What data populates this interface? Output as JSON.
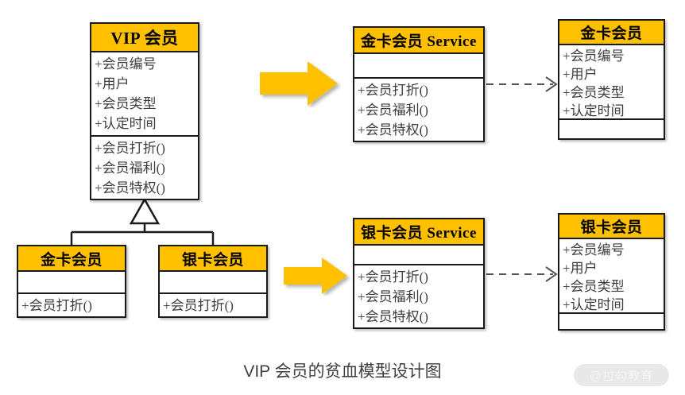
{
  "diagram": {
    "caption": "VIP 会员的贫血模型设计图",
    "watermark": "@拉勾教育",
    "accent_color": "#FFC000",
    "line_color": "#1a1a1a",
    "text_color": "#3d3d3d",
    "arrow_color": "#FFC000"
  },
  "classes": {
    "vip": {
      "title": "VIP 会员",
      "attributes": [
        "+会员编号",
        "+用户",
        "+会员类型",
        "+认定时间"
      ],
      "methods": [
        "+会员打折()",
        "+会员福利()",
        "+会员特权()"
      ]
    },
    "gold_sub": {
      "title": "金卡会员",
      "attributes": [],
      "methods": [
        "+会员打折()"
      ]
    },
    "silver_sub": {
      "title": "银卡会员",
      "attributes": [],
      "methods": [
        "+会员打折()"
      ]
    },
    "gold_service": {
      "title": "金卡会员 Service",
      "attributes": [],
      "methods": [
        "+会员打折()",
        "+会员福利()",
        "+会员特权()"
      ]
    },
    "silver_service": {
      "title": "银卡会员 Service",
      "attributes": [],
      "methods": [
        "+会员打折()",
        "+会员福利()",
        "+会员特权()"
      ]
    },
    "gold_entity": {
      "title": "金卡会员",
      "attributes": [
        "+会员编号",
        "+用户",
        "+会员类型",
        "+认定时间"
      ],
      "methods": []
    },
    "silver_entity": {
      "title": "银卡会员",
      "attributes": [
        "+会员编号",
        "+用户",
        "+会员类型",
        "+认定时间"
      ],
      "methods": []
    }
  },
  "relations": {
    "generalization_label": "generalization-inheritance",
    "dependency_label": "dependency-dashed-arrow",
    "transform_arrow_label": "transform-block-arrow"
  }
}
